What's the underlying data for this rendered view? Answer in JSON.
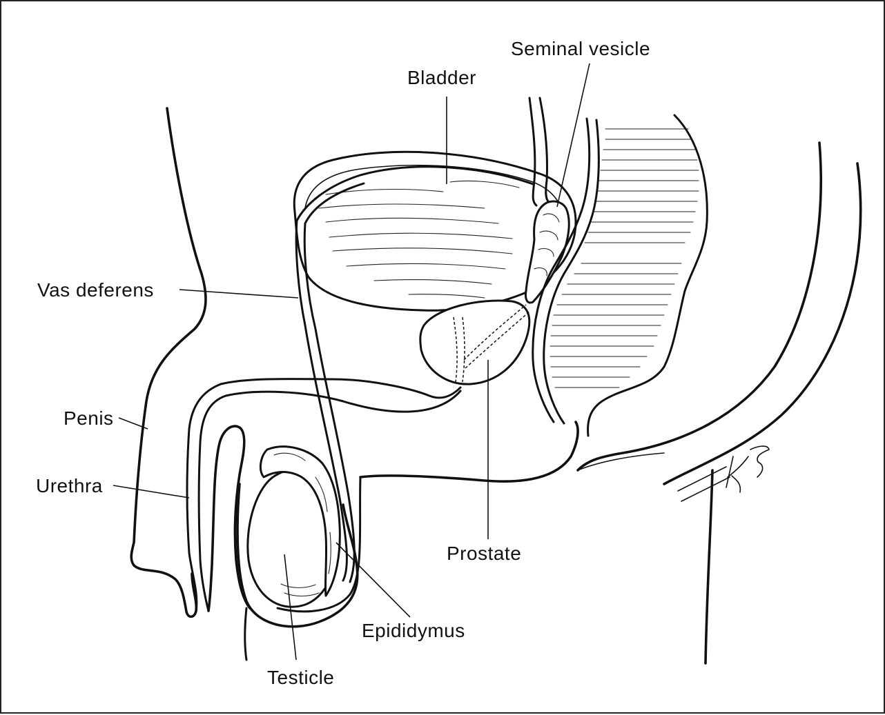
{
  "labels": {
    "seminal_vesicle": "Seminal vesicle",
    "bladder": "Bladder",
    "vas_deferens": "Vas deferens",
    "penis": "Penis",
    "urethra": "Urethra",
    "prostate": "Prostate",
    "epididymus": "Epididymus",
    "testicle": "Testicle"
  },
  "signature": "KB",
  "colors": {
    "line": "#111111",
    "background": "#ffffff"
  }
}
